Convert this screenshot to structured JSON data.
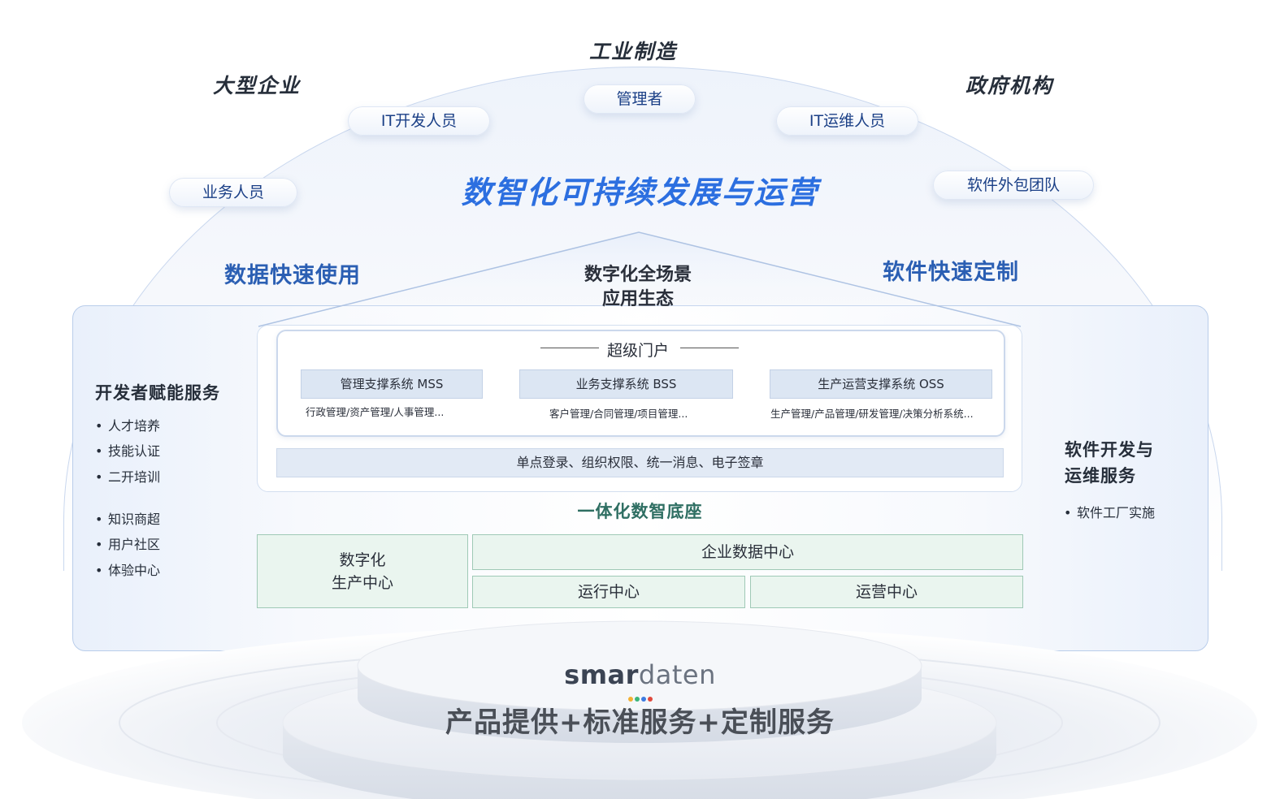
{
  "sectors": {
    "left": "大型企业",
    "top": "工业制造",
    "right": "政府机构"
  },
  "roles": {
    "manager": "管理者",
    "it_dev": "IT开发人员",
    "it_ops": "IT运维人员",
    "business": "业务人员",
    "outsourcing": "软件外包团队"
  },
  "main_title": "数智化可持续发展与运营",
  "side_titles": {
    "left": "数据快速使用",
    "right": "软件快速定制"
  },
  "ecosystem": {
    "line1": "数字化全场景",
    "line2": "应用生态"
  },
  "portal": {
    "title": "超级门户",
    "systems": [
      {
        "label": "管理支撑系统  MSS",
        "desc": "行政管理/资产管理/人事管理..."
      },
      {
        "label": "业务支撑系统 BSS",
        "desc": "客户管理/合同管理/项目管理..."
      },
      {
        "label": "生产运营支撑系统 OSS",
        "desc": "生产管理/产品管理/研发管理/决策分析系统..."
      }
    ],
    "sso": "单点登录、组织权限、统一消息、电子签章"
  },
  "base": {
    "title": "一体化数智底座",
    "production_line1": "数字化",
    "production_line2": "生产中心",
    "data_center": "企业数据中心",
    "run_center": "运行中心",
    "ops_center": "运营中心"
  },
  "left_services": {
    "heading": "开发者赋能服务",
    "items": [
      "人才培养",
      "技能认证",
      "二开培训",
      "知识商超",
      "用户社区",
      "体验中心"
    ]
  },
  "right_services": {
    "heading_line1": "软件开发与",
    "heading_line2": "运维服务",
    "items": [
      "软件工厂实施"
    ]
  },
  "footer": {
    "logo_bold": "smar",
    "logo_light": "daten",
    "tagline": "产品提供+标准服务+定制服务"
  },
  "colors": {
    "title_blue": "#2c6fe0",
    "side_blue": "#2b5fb3",
    "base_green": "#2f6f63"
  }
}
